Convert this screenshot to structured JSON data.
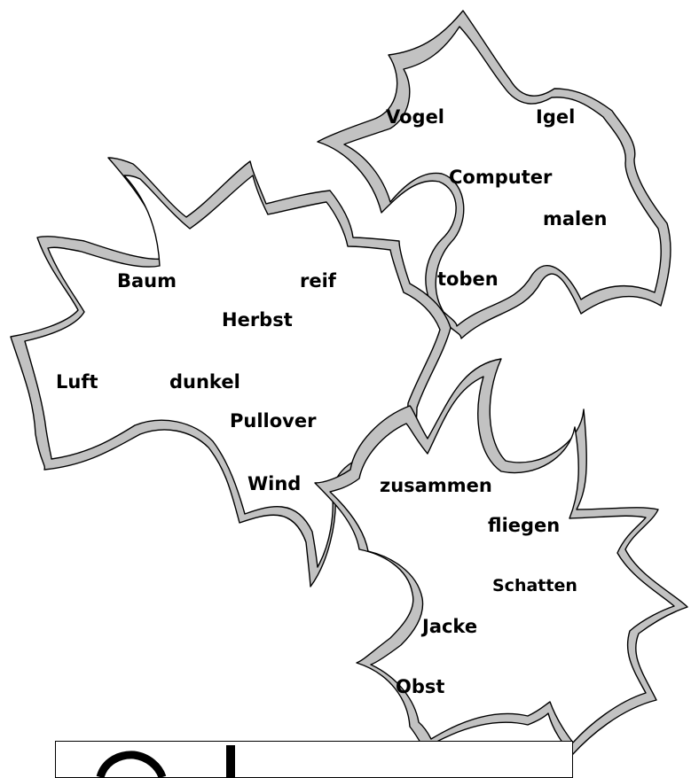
{
  "worksheet": {
    "leaves": [
      {
        "id": "leaf-top-right",
        "words": [
          "Vogel",
          "Igel",
          "Computer",
          "malen",
          "toben"
        ]
      },
      {
        "id": "leaf-left",
        "words": [
          "Baum",
          "reif",
          "Herbst",
          "Luft",
          "dunkel",
          "Pullover",
          "Wind"
        ]
      },
      {
        "id": "leaf-bottom-right",
        "words": [
          "zusammen",
          "fliegen",
          "Schatten",
          "Jacke",
          "Obst"
        ]
      }
    ],
    "colors": {
      "leaf_border": "#c2c2c2",
      "leaf_stroke": "#000000",
      "text": "#000000",
      "background": "#ffffff"
    }
  }
}
